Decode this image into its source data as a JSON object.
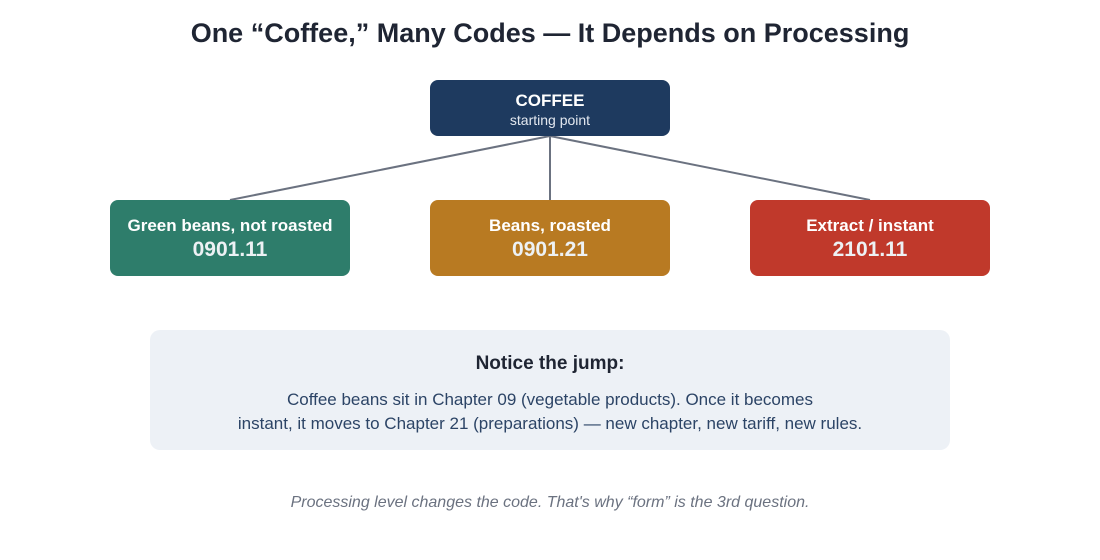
{
  "title": "One “Coffee,” Many Codes — It Depends on Processing",
  "colors": {
    "root": "#1e3a5f",
    "green": "#2e7d6b",
    "amber": "#b87a22",
    "red": "#c0392b",
    "connector": "#6b7280",
    "notice_bg": "#edf1f6"
  },
  "root": {
    "name": "COFFEE",
    "subtitle": "starting point"
  },
  "branches": [
    {
      "label": "Green beans, not roasted",
      "code": "0901.11"
    },
    {
      "label": "Beans, roasted",
      "code": "0901.21"
    },
    {
      "label": "Extract / instant",
      "code": "2101.11"
    }
  ],
  "notice": {
    "heading": "Notice the jump:",
    "line1": "Coffee beans sit in Chapter 09 (vegetable products). Once it becomes",
    "line2": "instant, it moves to Chapter 21 (preparations) — new chapter, new tariff, new rules."
  },
  "footer": "Processing level changes the code. That's why “form” is the 3rd question."
}
